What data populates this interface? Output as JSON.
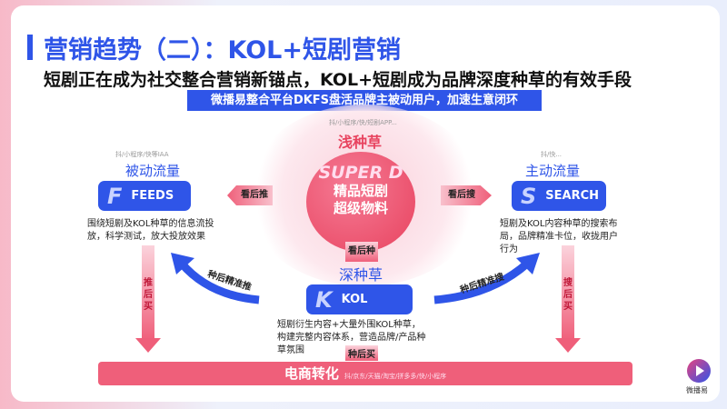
{
  "title": "营销趋势（二）：KOL+短剧营销",
  "subtitle": "短剧正在成为社交整合营销新锚点，KOL+短剧成为品牌深度种草的有效手段",
  "banner": "微播易整合平台DKFS盘活品牌主被动用户，加速生意闭环",
  "center": {
    "platforms": "抖/小程序/快/短剧APP...",
    "heading": "浅种草",
    "brand": "SUPER D",
    "line1": "精品短剧",
    "line2": "超级物料",
    "down_label": "看后种"
  },
  "left": {
    "platforms": "抖/小程序/快等IAA",
    "heading": "被动流量",
    "letter": "F",
    "word": "FEEDS",
    "arrow_label": "看后推",
    "desc": "围绕短剧及KOL种草的信息流投放，科学测试，放大投放效果",
    "vertical_label": "推后买",
    "curve_label": "种后精准推"
  },
  "right": {
    "platforms": "抖/快...",
    "heading": "主动流量",
    "letter": "S",
    "word": "SEARCH",
    "arrow_label": "看后搜",
    "desc": "短剧及KOL内容种草的搜索布局，品牌精准卡位，收拢用户行为",
    "vertical_label": "搜后买",
    "curve_label": "种后精准搜"
  },
  "kol": {
    "heading": "深种草",
    "letter": "K",
    "word": "KOL",
    "desc": "短剧衍生内容+大量外围KOL种草，构建完整内容体系，营造品牌/产品种草氛围",
    "down_label": "种后买"
  },
  "bottom": {
    "main": "电商转化",
    "platforms": "抖/京东/天猫/淘宝/拼多多/快/小程序"
  },
  "logo": "微播易",
  "colors": {
    "blue": "#2f55e8",
    "pink": "#ef5f7a"
  }
}
